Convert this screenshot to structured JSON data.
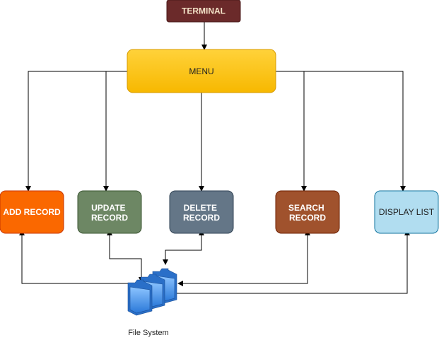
{
  "nodes": {
    "terminal": {
      "label": "TERMINAL",
      "fill": "#6b2a2a",
      "text_color": "#f4e3c8"
    },
    "menu": {
      "label": "MENU",
      "fill": "#ffc400",
      "text_color": "#222222"
    },
    "add_record": {
      "label": "ADD RECORD",
      "fill": "#fa6800",
      "text_color": "#ffffff"
    },
    "update_record": {
      "lines": [
        "UPDATE",
        "RECORD"
      ],
      "fill": "#6d8764",
      "text_color": "#ffffff"
    },
    "delete_record": {
      "lines": [
        "DELETE",
        "RECORD"
      ],
      "fill": "#647687",
      "text_color": "#ffffff"
    },
    "search_record": {
      "lines": [
        "SEARCH",
        "RECORD"
      ],
      "fill": "#a0522d",
      "text_color": "#ffffff"
    },
    "display_list": {
      "label": "DISPLAY LIST",
      "fill": "#b1ddf0",
      "text_color": "#222222"
    }
  },
  "file_system": {
    "label": "File System",
    "icon": "folder-stack-icon",
    "color": "#3d8fe8"
  },
  "edge_color": "#000000"
}
